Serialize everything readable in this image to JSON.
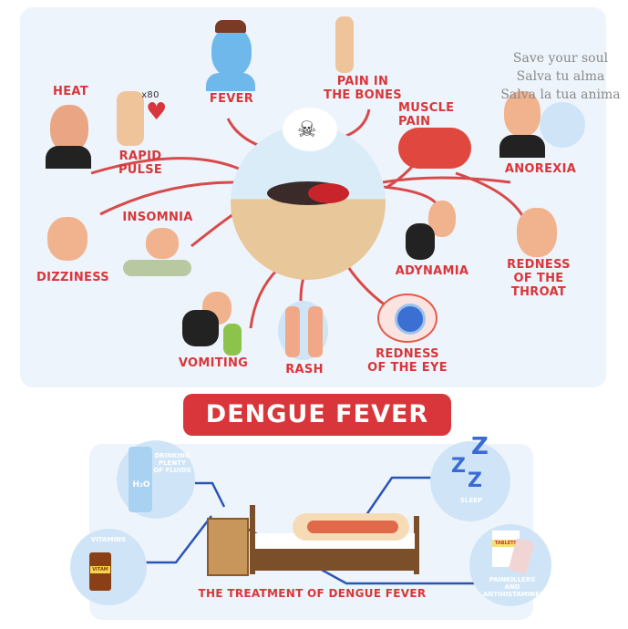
{
  "symptoms": {
    "heat": "HEAT",
    "pulse_count": "x80",
    "rapid_pulse": "RAPID\nPULSE",
    "fever": "FEVER",
    "pain_bones": "PAIN IN\nTHE BONES",
    "muscle_pain": "MUSCLE\nPAIN",
    "anorexia": "ANOREXIA",
    "insomnia": "INSOMNIA",
    "dizziness": "DIZZINESS",
    "adynamia": "ADYNAMIA",
    "redness_throat": "REDNESS\nOF THE\nTHROAT",
    "vomiting": "VOMITING",
    "rash": "RASH",
    "redness_eye": "REDNESS\nOF THE EYE"
  },
  "title": "DENGUE FEVER",
  "treatment": {
    "title": "THE TREATMENT OF DENGUE FEVER",
    "fluids": "DRINKING\nPLENTY\nOF FLUIDS",
    "h2o": "H₂O",
    "vitamins": "VITAMINS",
    "vit_label": "VITAM",
    "sleep": "SLEEP",
    "zzz": "Z",
    "painkillers": "PAINKILLERS\nAND\nANTIHISTAMINES",
    "tablets": "TABLETS"
  },
  "watermark": [
    "Save your soul",
    "Salva tu alma",
    "Salva la tua anima"
  ],
  "colors": {
    "accent": "#d8363a",
    "panel": "#eef4fb",
    "line": "#2a55b5",
    "connector": "#d84a4a"
  }
}
